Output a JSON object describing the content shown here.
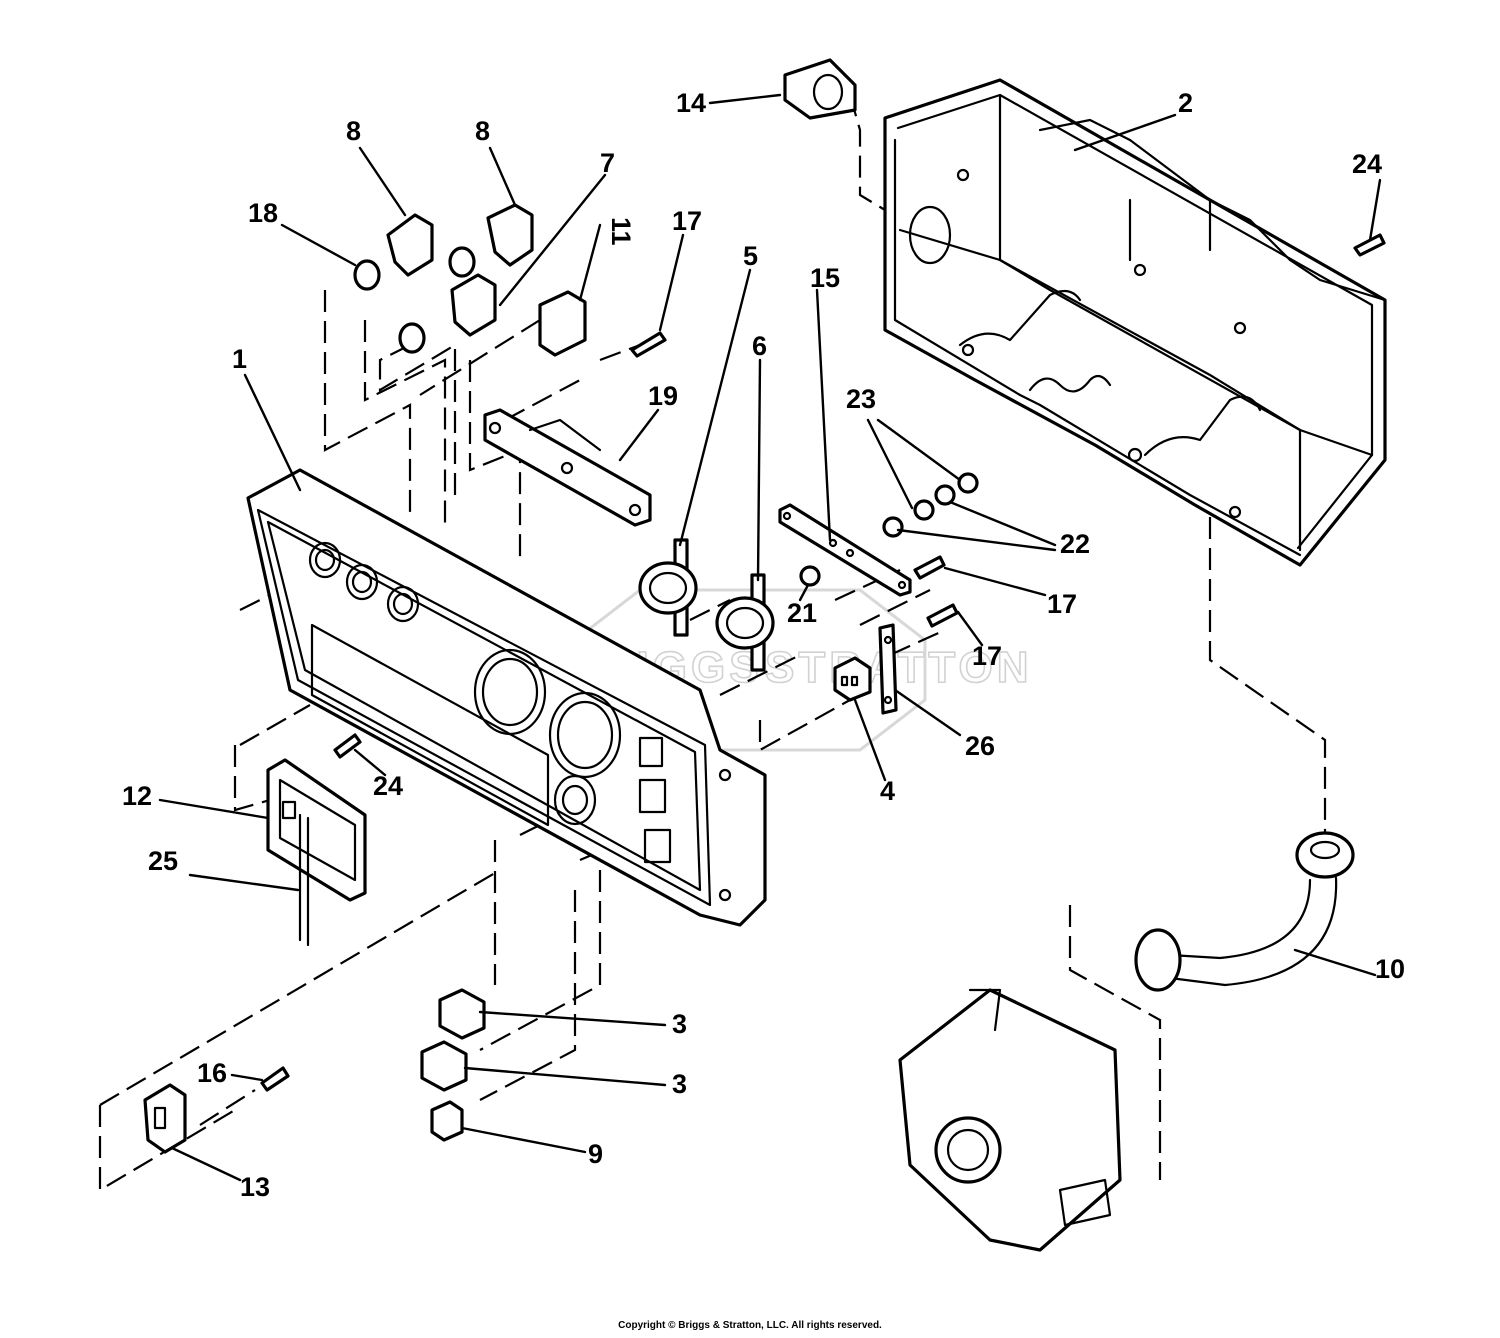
{
  "watermark": {
    "line1": "BRIGGS",
    "line2": "STRATTON"
  },
  "callouts": [
    {
      "id": "1",
      "text": "1"
    },
    {
      "id": "2",
      "text": "2"
    },
    {
      "id": "3a",
      "text": "3"
    },
    {
      "id": "3b",
      "text": "3"
    },
    {
      "id": "4",
      "text": "4"
    },
    {
      "id": "5",
      "text": "5"
    },
    {
      "id": "6",
      "text": "6"
    },
    {
      "id": "7",
      "text": "7"
    },
    {
      "id": "8a",
      "text": "8"
    },
    {
      "id": "8b",
      "text": "8"
    },
    {
      "id": "9",
      "text": "9"
    },
    {
      "id": "10",
      "text": "10"
    },
    {
      "id": "11",
      "text": "11"
    },
    {
      "id": "12",
      "text": "12"
    },
    {
      "id": "13",
      "text": "13"
    },
    {
      "id": "14",
      "text": "14"
    },
    {
      "id": "15",
      "text": "15"
    },
    {
      "id": "16",
      "text": "16"
    },
    {
      "id": "17a",
      "text": "17"
    },
    {
      "id": "17b",
      "text": "17"
    },
    {
      "id": "17c",
      "text": "17"
    },
    {
      "id": "18",
      "text": "18"
    },
    {
      "id": "19",
      "text": "19"
    },
    {
      "id": "21",
      "text": "21"
    },
    {
      "id": "22",
      "text": "22"
    },
    {
      "id": "23",
      "text": "23"
    },
    {
      "id": "24a",
      "text": "24"
    },
    {
      "id": "24b",
      "text": "24"
    },
    {
      "id": "25",
      "text": "25"
    },
    {
      "id": "26",
      "text": "26"
    }
  ],
  "copyright": "Copyright © Briggs & Stratton, LLC. All rights reserved."
}
